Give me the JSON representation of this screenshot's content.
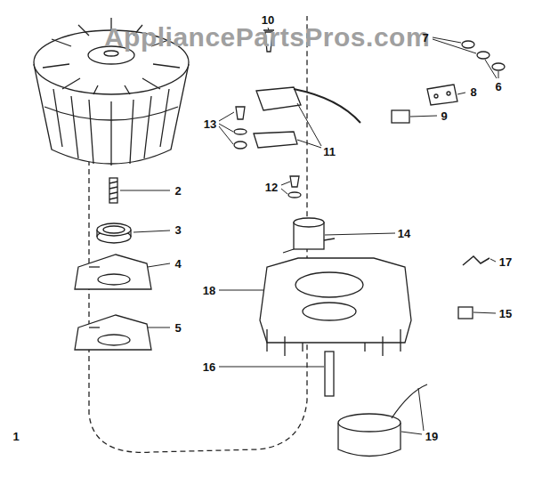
{
  "diagram": {
    "labels": [
      "AppliancePartsPros.com",
      "10",
      "7",
      "6",
      "13",
      "8",
      "9",
      "11",
      "12",
      "2",
      "3",
      "4",
      "14",
      "17",
      "5",
      "18",
      "15",
      "16",
      "1",
      "19"
    ]
  }
}
